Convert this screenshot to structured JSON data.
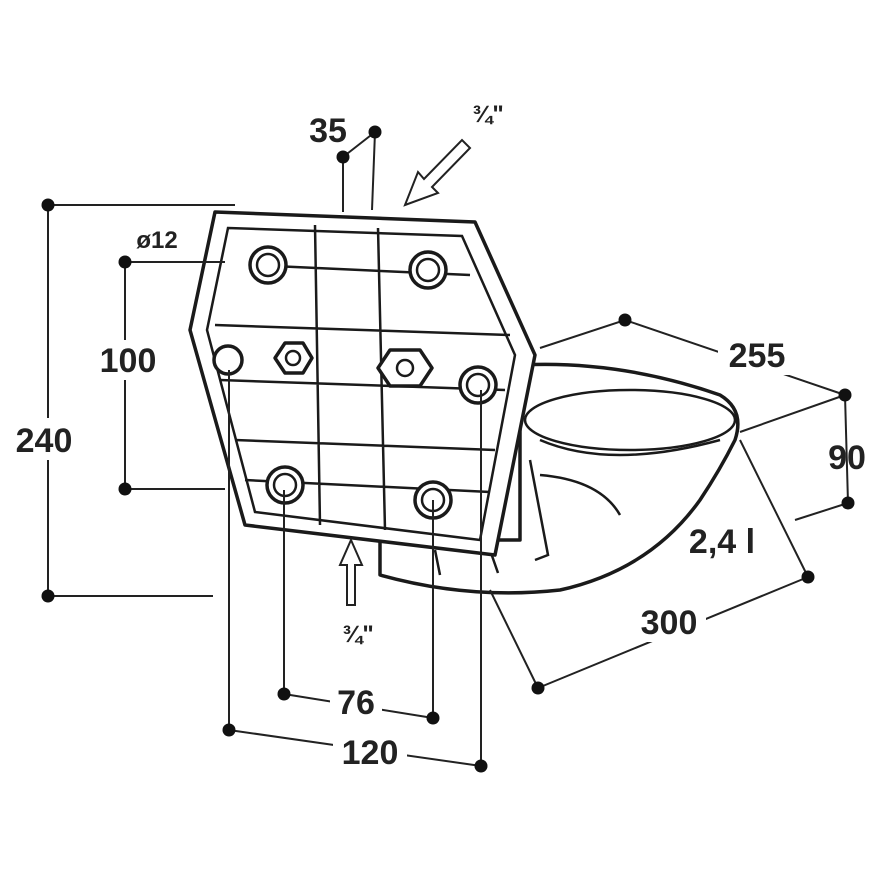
{
  "dimensions": {
    "height_total": "240",
    "hole_spacing_vertical": "100",
    "hole_diameter": "ø12",
    "offset_top": "35",
    "inlet_top": "¾\"",
    "inlet_bottom": "¾\"",
    "bowl_width": "255",
    "bowl_depth": "90",
    "volume": "2,4 l",
    "bowl_length": "300",
    "hole_spacing_horizontal": "76",
    "plate_width": "120"
  }
}
